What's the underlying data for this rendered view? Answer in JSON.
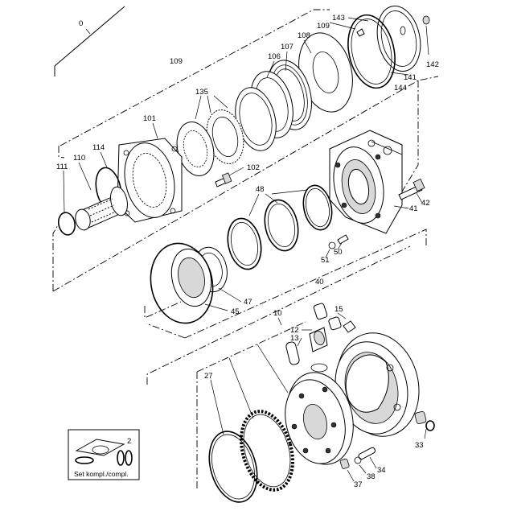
{
  "callouts": {
    "c0": "0",
    "c109": "109",
    "c143": "143",
    "c108": "108",
    "c107": "107",
    "c106": "106",
    "c142": "142",
    "c141": "141",
    "c144": "144",
    "c135": "135",
    "c101": "101",
    "c114": "114",
    "c110": "110",
    "c111": "111",
    "c102": "102",
    "c48": "48",
    "c42": "42",
    "c41": "41",
    "c50": "50",
    "c51": "51",
    "c40": "40",
    "c47": "47",
    "c45": "45",
    "c10": "10",
    "c12": "12",
    "c13": "13",
    "c15": "15",
    "c27": "27",
    "c2": "2",
    "c33": "33",
    "c34": "34",
    "c37": "37",
    "c38": "38"
  },
  "seal_kit": {
    "number": "2",
    "label": "Set kompl./compl."
  }
}
